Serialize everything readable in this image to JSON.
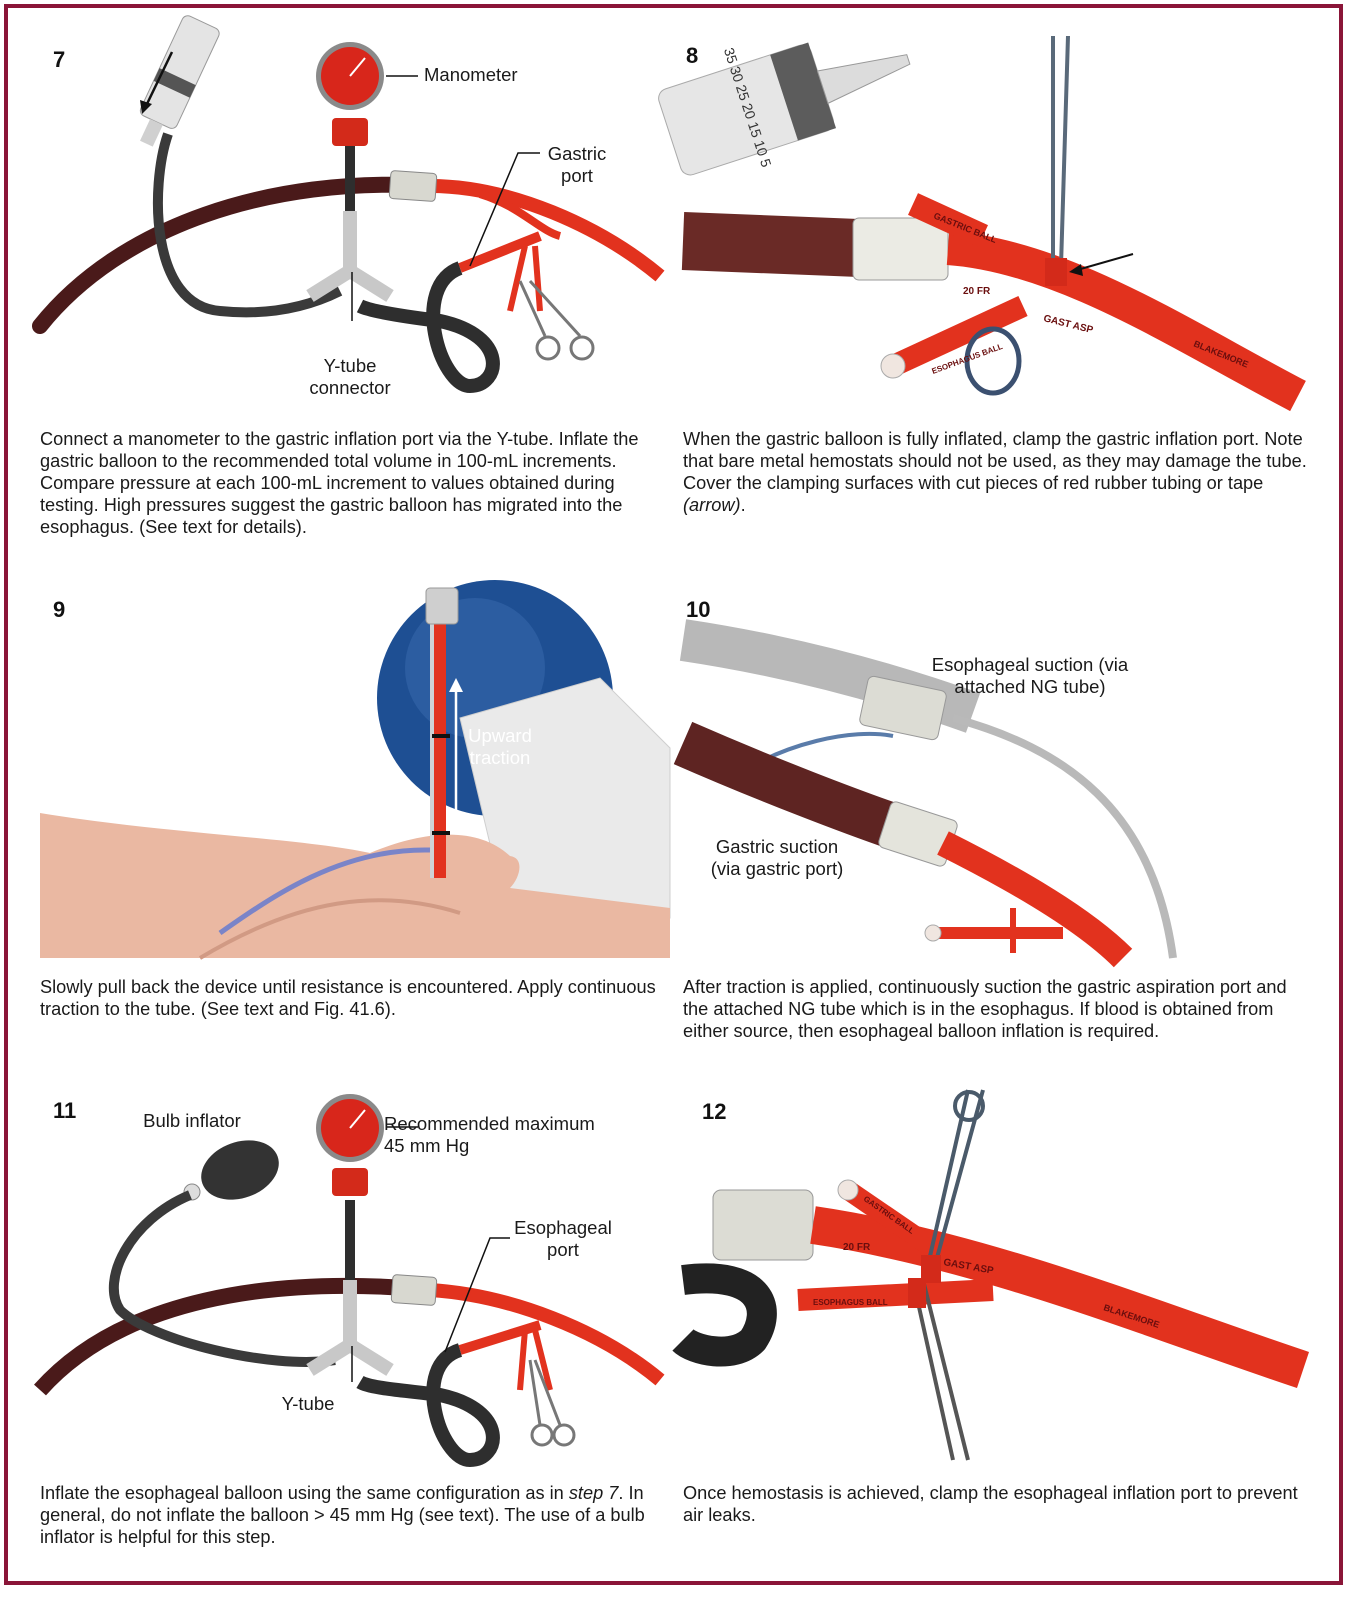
{
  "panels": [
    {
      "number": "7",
      "labels": {
        "manometer": "Manometer",
        "gastric_port": "Gastric port",
        "y_tube": "Y-tube connector"
      },
      "caption": "Connect a manometer to the gastric inflation port via the Y-tube. Inflate the gastric balloon to the recommended total volume in 100-mL increments. Compare pressure at each 100-mL increment to values obtained during testing. High pressures suggest the gastric balloon has migrated into the esophagus. (See text for details)."
    },
    {
      "number": "8",
      "tube_markings": {
        "syringe_scale": "35 30 25 20 15 10 5",
        "size": "20 FR",
        "gast_asp": "GAST ASP",
        "gastric_ball": "GASTRIC BALL",
        "esoph_ball": "ESOPHAGUS BALL",
        "brand": "BLAKEMORE"
      },
      "caption": {
        "main": "When the gastric balloon is fully inflated, clamp the gastric inflation port. Note that bare metal hemostats should not be used, as they may damage the tube. Cover the clamping surfaces with cut pieces of red rubber tubing or tape ",
        "italic": "(arrow)",
        "end": "."
      }
    },
    {
      "number": "9",
      "labels": {
        "traction": "Upward traction"
      },
      "caption": "Slowly pull back the device until resistance is encountered. Apply continuous traction to the tube. (See text and Fig. 41.6)."
    },
    {
      "number": "10",
      "labels": {
        "esophageal_suction": "Esophageal suction (via attached NG tube)",
        "gastric_suction": "Gastric suction (via gastric port)"
      },
      "caption": "After traction is applied, continuously suction the gastric aspiration port and the attached NG tube which is in the esophagus. If blood is obtained from either source, then esophageal balloon inflation is required."
    },
    {
      "number": "11",
      "labels": {
        "bulb": "Bulb inflator",
        "max": "Recommended maximum 45 mm Hg",
        "esoph_port": "Esophageal port",
        "y_tube": "Y-tube"
      },
      "caption": {
        "a": "Inflate the esophageal balloon using the same configuration as in ",
        "italic": "step 7",
        "b": ". In general, do not inflate the balloon > 45 mm Hg (see text). The use of a bulb inflator is helpful for this step."
      }
    },
    {
      "number": "12",
      "tube_markings": {
        "size": "20 FR",
        "gast_asp": "GAST ASP",
        "gastric_ball": "GASTRIC BALL",
        "esoph_ball": "ESOPHAGUS BALL",
        "brand": "BLAKEMORE"
      },
      "caption": "Once hemostasis is achieved, clamp the esophageal inflation port to prevent air leaks."
    }
  ]
}
